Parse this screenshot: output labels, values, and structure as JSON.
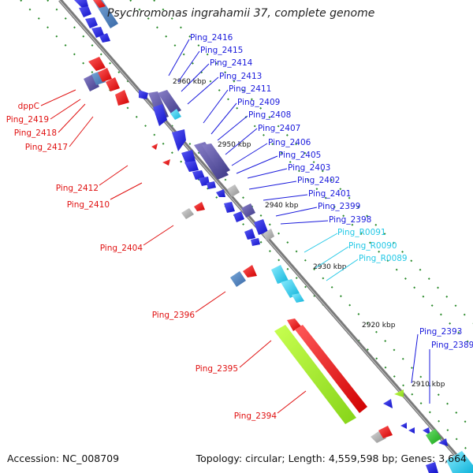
{
  "title": "Psychromonas ingrahamii 37, complete genome",
  "accession": "Accession: NC_008709",
  "topology": "Topology: circular; Length: 4,559,598 bp; Genes: 3,664",
  "colors": {
    "blue": "#1a1adc",
    "red": "#e01010",
    "cyan": "#22c8e6",
    "ticks": "#2a8a2a"
  },
  "ticks": [
    "2960 kbp",
    "2950 kbp",
    "2940 kbp",
    "2930 kbp",
    "2920 kbp",
    "2910 kbp"
  ],
  "labels_right": [
    "Ping_2416",
    "Ping_2415",
    "Ping_2414",
    "Ping_2413",
    "Ping_2411",
    "Ping_2409",
    "Ping_2408",
    "Ping_2407",
    "Ping_2406",
    "Ping_2405",
    "Ping_2403",
    "Ping_2402",
    "Ping_2401",
    "Ping_2399",
    "Ping_2398"
  ],
  "labels_rna": [
    "Ping_R0091",
    "Ping_R0090",
    "Ping_R0089"
  ],
  "labels_left": [
    "dppC",
    "Ping_2419",
    "Ping_2418",
    "Ping_2417",
    "Ping_2412",
    "Ping_2410",
    "Ping_2404",
    "Ping_2396",
    "Ping_2395",
    "Ping_2394"
  ],
  "labels_far": [
    "Ping_2393",
    "Ping_2389"
  ]
}
